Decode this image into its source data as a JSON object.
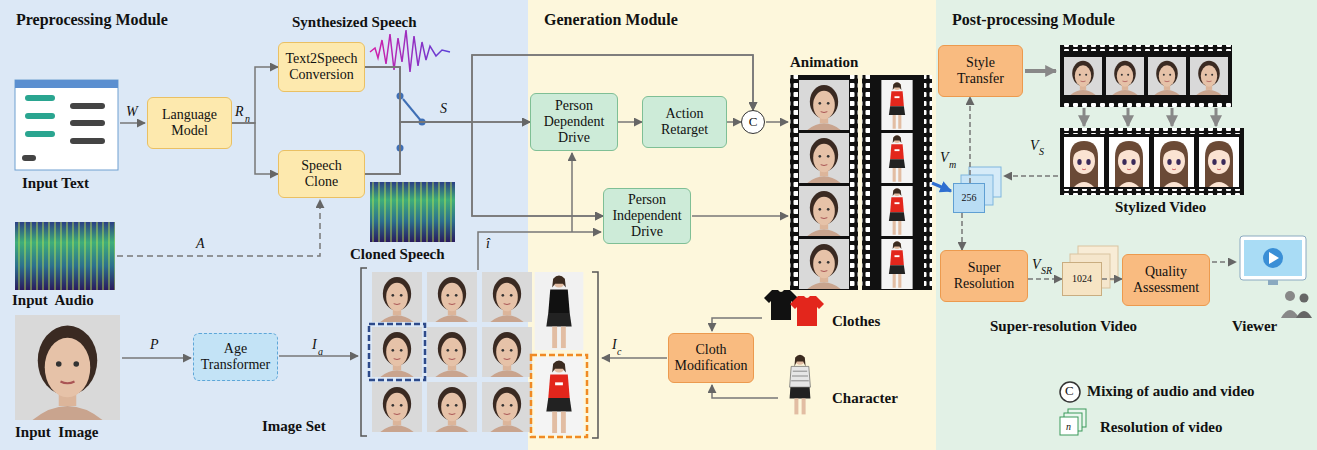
{
  "diagram": {
    "nodes": [
      {
        "text": [
          "Preprocessing Module"
        ]
      },
      {
        "text": [
          "Generation Module"
        ]
      },
      {
        "text": [
          "Post-processing Module"
        ]
      },
      {
        "text": [
          "Language Model"
        ],
        "in": 0
      },
      {
        "text": [
          "Text2Speech Conversion"
        ],
        "in": 0
      },
      {
        "text": [
          "Speech Clone"
        ],
        "in": 0
      },
      {
        "text": [
          "Age Transformer"
        ],
        "in": 0
      },
      {
        "text": [
          "Person Dependent Drive"
        ],
        "in": 1
      },
      {
        "text": [
          "Action Retarget"
        ],
        "in": 1
      },
      {
        "text": [
          "Person Independent Drive"
        ],
        "in": 1
      },
      {
        "text": [
          "Cloth Modification"
        ],
        "in": 1
      },
      {
        "text": [
          "C"
        ],
        "in": 1
      },
      {
        "text": [
          "Style Transfer"
        ],
        "in": 2
      },
      {
        "text": [
          "Super Resolution"
        ],
        "in": 2
      },
      {
        "text": [
          "Quality Assessment"
        ],
        "in": 2
      },
      {
        "text": [
          "256"
        ],
        "in": 2
      },
      {
        "text": [
          "1024"
        ],
        "in": 2
      }
    ],
    "edges": [
      {
        "from": 3,
        "to": 4,
        "arrow": "to"
      },
      {
        "from": 3,
        "to": 5,
        "arrow": "to"
      },
      {
        "from": 4,
        "to": 7,
        "arrow": "to"
      },
      {
        "from": 5,
        "to": 7,
        "arrow": "to"
      },
      {
        "from": 4,
        "to": 9,
        "arrow": "to"
      },
      {
        "from": 5,
        "to": 9,
        "arrow": "to"
      },
      {
        "from": 4,
        "to": 11,
        "arrow": "to"
      },
      {
        "from": 5,
        "to": 11,
        "arrow": "to"
      },
      {
        "from": 7,
        "to": 8,
        "arrow": "to"
      },
      {
        "from": 8,
        "to": 11,
        "arrow": "to"
      },
      {
        "from": 15,
        "to": 12,
        "arrow": "to"
      },
      {
        "from": 15,
        "to": 13,
        "arrow": "to"
      },
      {
        "from": 13,
        "to": 16,
        "arrow": "to"
      },
      {
        "from": 16,
        "to": 14,
        "arrow": "to"
      }
    ],
    "labels": [
      "Synthesized Speech",
      "Input Text",
      "W",
      "R",
      "n",
      "S",
      "A",
      "Input  Audio",
      "Cloned Speech",
      "î",
      "Input  Image",
      "P",
      "I",
      "a",
      "Image Set",
      "Animation",
      "I",
      "c",
      "Clothes",
      "Character",
      "Stylized Video",
      "V",
      "m",
      "V",
      "S",
      "V",
      "SR",
      "Super-resolution Video",
      "Viewer",
      "C",
      "n"
    ],
    "legend": [
      {
        "text": "Mixing of audio and video"
      },
      {
        "text": "Resolution of video"
      }
    ]
  }
}
